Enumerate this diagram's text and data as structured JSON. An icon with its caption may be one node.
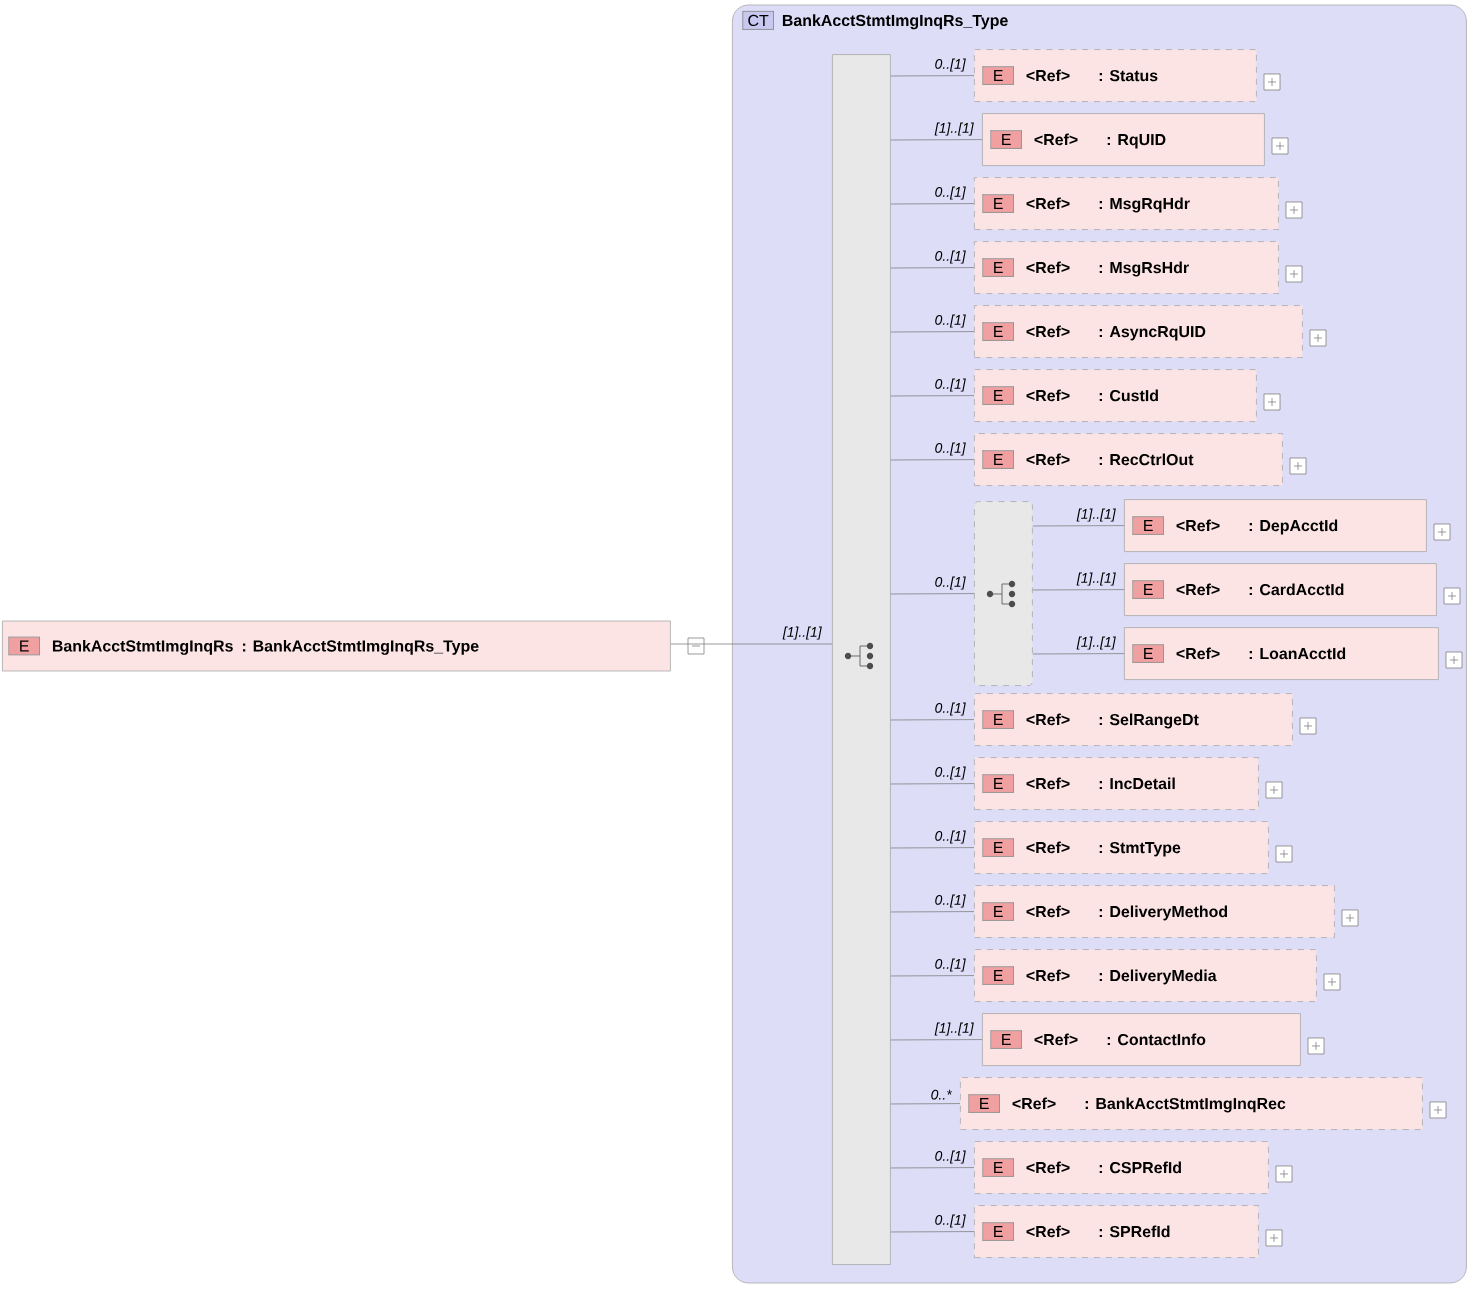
{
  "diagram": {
    "nodes": [
      {
        "text": [
          "E",
          "BankAcctStmtImgInqRs",
          ": BankAcctStmtImgInqRs_Type"
        ]
      },
      {
        "text": [
          "CT",
          "BankAcctStmtImgInqRs_Type"
        ]
      },
      {
        "text": [],
        "shape": "bar",
        "in": 1
      },
      {
        "text": [
          "E",
          "<Ref>",
          ": Status"
        ],
        "in": 1
      },
      {
        "text": [
          "E",
          "<Ref>",
          ": RqUID"
        ],
        "in": 1
      },
      {
        "text": [
          "E",
          "<Ref>",
          ": MsgRqHdr"
        ],
        "in": 1
      },
      {
        "text": [
          "E",
          "<Ref>",
          ": MsgRsHdr"
        ],
        "in": 1
      },
      {
        "text": [
          "E",
          "<Ref>",
          ": AsyncRqUID"
        ],
        "in": 1
      },
      {
        "text": [
          "E",
          "<Ref>",
          ": CustId"
        ],
        "in": 1
      },
      {
        "text": [
          "E",
          "<Ref>",
          ": RecCtrlOut"
        ],
        "in": 1
      },
      {
        "text": [],
        "shape": "box",
        "in": 1
      },
      {
        "text": [
          "E",
          "<Ref>",
          ": DepAcctId"
        ],
        "in": 1
      },
      {
        "text": [
          "E",
          "<Ref>",
          ": CardAcctId"
        ],
        "in": 1
      },
      {
        "text": [
          "E",
          "<Ref>",
          ": LoanAcctId"
        ],
        "in": 1
      },
      {
        "text": [
          "E",
          "<Ref>",
          ": SelRangeDt"
        ],
        "in": 1
      },
      {
        "text": [
          "E",
          "<Ref>",
          ": IncDetail"
        ],
        "in": 1
      },
      {
        "text": [
          "E",
          "<Ref>",
          ": StmtType"
        ],
        "in": 1
      },
      {
        "text": [
          "E",
          "<Ref>",
          ": DeliveryMethod"
        ],
        "in": 1
      },
      {
        "text": [
          "E",
          "<Ref>",
          ": DeliveryMedia"
        ],
        "in": 1
      },
      {
        "text": [
          "E",
          "<Ref>",
          ": ContactInfo"
        ],
        "in": 1
      },
      {
        "text": [
          "E",
          "<Ref>",
          ": BankAcctStmtImgInqRec"
        ],
        "in": 1
      },
      {
        "text": [
          "E",
          "<Ref>",
          ": CSPRefId"
        ],
        "in": 1
      },
      {
        "text": [
          "E",
          "<Ref>",
          ": SPRefId"
        ],
        "in": 1
      }
    ],
    "edges": [
      {
        "from": 0,
        "to": 2,
        "arrow": "none",
        "label": "[1]..[1]"
      },
      {
        "from": 2,
        "to": 3,
        "arrow": "none",
        "label": "0..[1]"
      },
      {
        "from": 2,
        "to": 4,
        "arrow": "none",
        "label": "[1]..[1]"
      },
      {
        "from": 2,
        "to": 5,
        "arrow": "none",
        "label": "0..[1]"
      },
      {
        "from": 2,
        "to": 6,
        "arrow": "none",
        "label": "0..[1]"
      },
      {
        "from": 2,
        "to": 7,
        "arrow": "none",
        "label": "0..[1]"
      },
      {
        "from": 2,
        "to": 8,
        "arrow": "none",
        "label": "0..[1]"
      },
      {
        "from": 2,
        "to": 9,
        "arrow": "none",
        "label": "0..[1]"
      },
      {
        "from": 2,
        "to": 10,
        "arrow": "none",
        "label": "0..[1]"
      },
      {
        "from": 10,
        "to": 11,
        "arrow": "none",
        "label": "[1]..[1]"
      },
      {
        "from": 10,
        "to": 12,
        "arrow": "none",
        "label": "[1]..[1]"
      },
      {
        "from": 10,
        "to": 13,
        "arrow": "none",
        "label": "[1]..[1]"
      },
      {
        "from": 2,
        "to": 14,
        "arrow": "none",
        "label": "0..[1]"
      },
      {
        "from": 2,
        "to": 15,
        "arrow": "none",
        "label": "0..[1]"
      },
      {
        "from": 2,
        "to": 16,
        "arrow": "none",
        "label": "0..[1]"
      },
      {
        "from": 2,
        "to": 17,
        "arrow": "none",
        "label": "0..[1]"
      },
      {
        "from": 2,
        "to": 18,
        "arrow": "none",
        "label": "0..[1]"
      },
      {
        "from": 2,
        "to": 19,
        "arrow": "none",
        "label": "[1]..[1]"
      },
      {
        "from": 2,
        "to": 20,
        "arrow": "none",
        "label": "0..*"
      },
      {
        "from": 2,
        "to": 21,
        "arrow": "none",
        "label": "0..[1]"
      },
      {
        "from": 2,
        "to": 22,
        "arrow": "none",
        "label": "0..[1]"
      }
    ]
  }
}
